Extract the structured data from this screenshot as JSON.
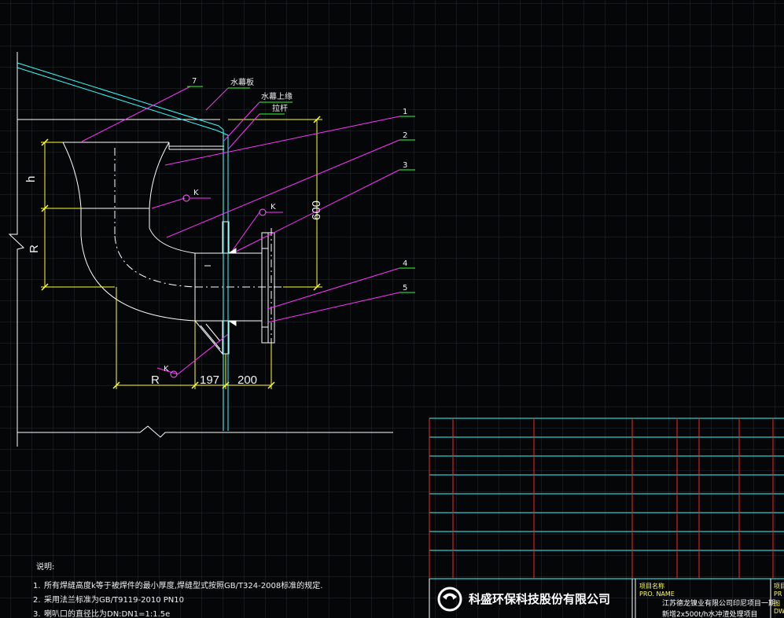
{
  "drawing": {
    "dimensions": {
      "height_600": "600",
      "r_label": "R",
      "h_label": "h",
      "bottom_r": "R",
      "dim_197": "197",
      "dim_200": "200"
    },
    "callouts": {
      "n7": "7",
      "n1": "1",
      "n2": "2",
      "n3": "3",
      "n4": "4",
      "n5": "5",
      "water_wall": "水幕板",
      "water_top": "水幕上缘",
      "rod": "拉杆",
      "weld_k1": "K",
      "weld_k2": "K",
      "weld_k3": "K"
    },
    "colors": {
      "background": "#050608",
      "grid": "#2a2f38",
      "outline": "#ffffff",
      "dimension": "#ffff33",
      "leader": "#ff33ff",
      "cyan": "#33ffff",
      "green": "#33ff33",
      "red": "#ff2222"
    }
  },
  "notes": {
    "title": "说明:",
    "items": [
      {
        "num": "1.",
        "text": "所有焊缝高度k等于被焊件的最小厚度,焊缝型式按照GB/T324-2008标准的规定."
      },
      {
        "num": "2.",
        "text": "采用法兰标准为GB/T9119-2010 PN10"
      },
      {
        "num": "3.",
        "text": "喇叭口的直径比为DN:DN1=1:1.5e"
      }
    ]
  },
  "title_block": {
    "company": "科盛环保科技股份有限公司",
    "project_label_cn": "项目名称",
    "project_label_en": "PRO. NAME",
    "project_line1": "江苏德龙镍业有限公司印尼项目一期",
    "project_line2": "新增2x500t/h水冲渣处理项目",
    "corner_label1": "项目",
    "corner_label2": "PR",
    "corner_label3": "图",
    "corner_label4": "DW"
  }
}
